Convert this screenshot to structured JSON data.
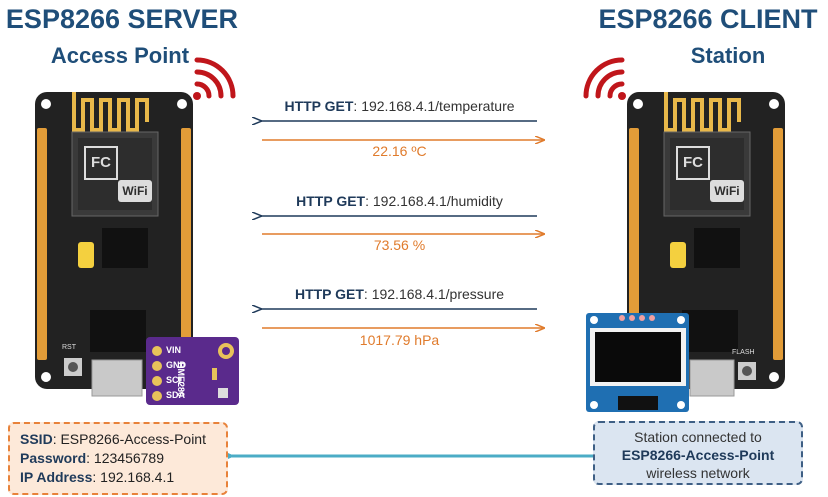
{
  "server": {
    "title": "ESP8266 SERVER",
    "subtitle": "Access Point"
  },
  "client": {
    "title": "ESP8266 CLIENT",
    "subtitle": "Station"
  },
  "requests": [
    {
      "method": "HTTP GET",
      "url": "192.168.4.1/temperature",
      "response": "22.16 ºC"
    },
    {
      "method": "HTTP GET",
      "url": "192.168.4.1/humidity",
      "response": "73.56 %"
    },
    {
      "method": "HTTP GET",
      "url": "192.168.4.1/pressure",
      "response": "1017.79 hPa"
    }
  ],
  "sensor": {
    "name": "BME280",
    "pins": [
      "VIN",
      "GND",
      "SCL",
      "SDA"
    ]
  },
  "board": {
    "fc_logo": "FC",
    "wifi_logo": "WiFi",
    "rst_label": "RST",
    "flash_label": "FLASH"
  },
  "ap_info": {
    "ssid_label": "SSID",
    "ssid_value": "ESP8266-Access-Point",
    "password_label": "Password",
    "password_value": "123456789",
    "ip_label": "IP Address",
    "ip_value": "192.168.4.1"
  },
  "station_info": {
    "line1": "Station connected to",
    "line2": "ESP8266-Access-Point",
    "line3": "wireless network"
  },
  "colors": {
    "title": "#1f4e79",
    "request_arrow": "#1f3a5a",
    "response_arrow": "#e07b2c",
    "connection_arrow": "#4bacc6",
    "wifi_signal": "#c0161b",
    "board": "#222222",
    "sensor": "#5a2a8c"
  }
}
